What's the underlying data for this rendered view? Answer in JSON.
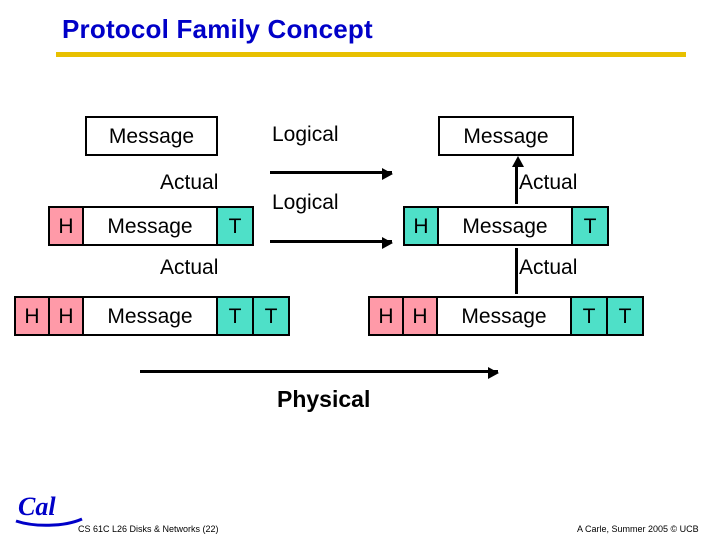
{
  "slide": {
    "title": "Protocol Family Concept",
    "accent_color": "#0000c8",
    "rule_color": "#e8c000",
    "header_fill": "#ff9aa8",
    "trailer_fill": "#4ee0c8"
  },
  "left_stack": {
    "row1": {
      "message": "Message"
    },
    "label_actual_1": "Actual",
    "row2": {
      "header": "H",
      "message": "Message",
      "trailer": "T"
    },
    "label_actual_2": "Actual",
    "row3": {
      "header1": "H",
      "header2": "H",
      "message": "Message",
      "trailer1": "T",
      "trailer2": "T"
    }
  },
  "right_stack": {
    "row1": {
      "message": "Message"
    },
    "label_actual_1": "Actual",
    "row2": {
      "header": "H",
      "message": "Message",
      "trailer": "T"
    },
    "label_actual_2": "Actual",
    "row3": {
      "header1": "H",
      "header2": "H",
      "message": "Message",
      "trailer1": "T",
      "trailer2": "T"
    }
  },
  "arrows": {
    "logical_top": "Logical",
    "logical_mid": "Logical",
    "physical": "Physical"
  },
  "footer": {
    "left": "CS 61C L26 Disks & Networks (22)",
    "right": "A Carle, Summer 2005 © UCB",
    "logo_text": "Cal"
  }
}
